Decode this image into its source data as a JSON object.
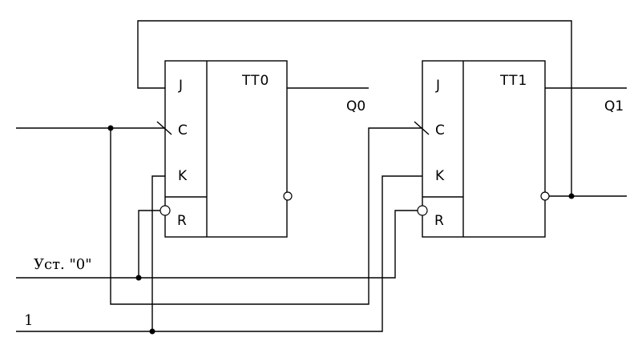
{
  "flipflops": [
    {
      "name": "TT0",
      "pins": {
        "j": "J",
        "c": "C",
        "k": "K",
        "r": "R"
      },
      "output": "Q0"
    },
    {
      "name": "TT1",
      "pins": {
        "j": "J",
        "c": "C",
        "k": "K",
        "r": "R"
      },
      "output": "Q1"
    }
  ],
  "inputs": {
    "reset": "Уст. \"0\"",
    "one": "1"
  }
}
